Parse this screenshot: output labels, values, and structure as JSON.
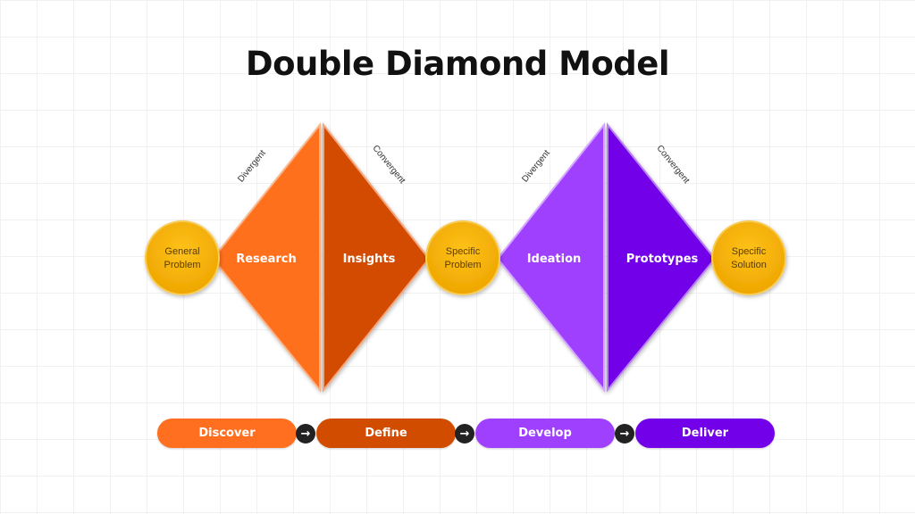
{
  "title": "Double Diamond Model",
  "colors": {
    "orange": "#FF6F1F",
    "dark_orange": "#D24C00",
    "purple": "#A040FF",
    "deep_purple": "#7200E8",
    "gold": "#F5B400"
  },
  "circles": [
    {
      "line1": "General",
      "line2": "Problem"
    },
    {
      "line1": "Specific",
      "line2": "Problem"
    },
    {
      "line1": "Specific",
      "line2": "Solution"
    }
  ],
  "halves": [
    "Research",
    "Insights",
    "Ideation",
    "Prototypes"
  ],
  "edge_labels": [
    "Divergent",
    "Convergent",
    "Divergent",
    "Convergent"
  ],
  "phases": [
    "Discover",
    "Define",
    "Develop",
    "Deliver"
  ],
  "arrow_icon": "→"
}
